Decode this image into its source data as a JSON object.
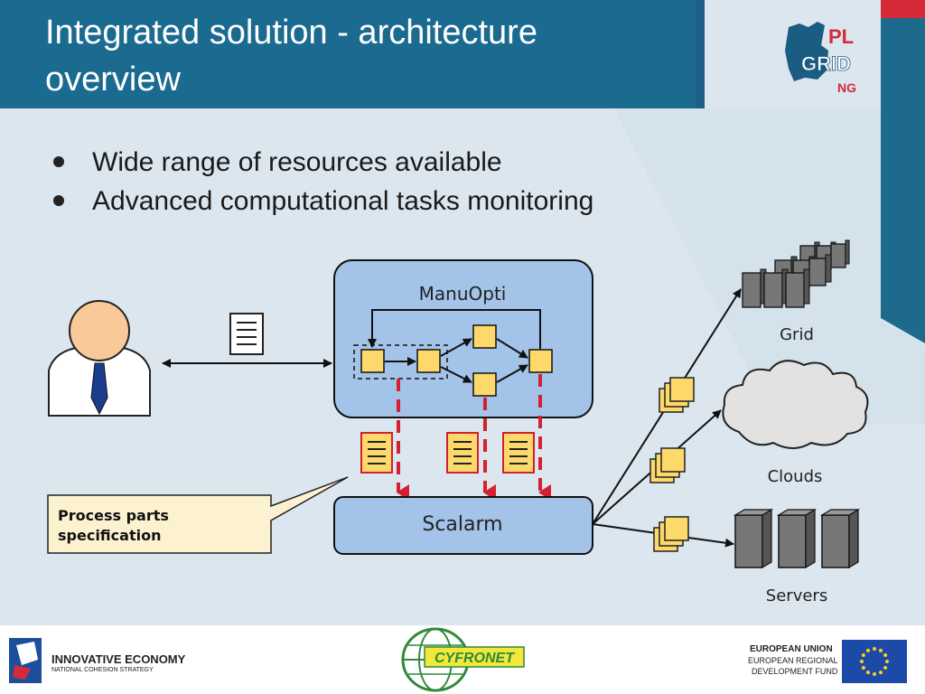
{
  "header": {
    "title_line1": "Integrated solution - architecture",
    "title_line2": "overview",
    "logo": {
      "line1": "PL",
      "line2": "GRID",
      "line3": "NG"
    }
  },
  "bullets": [
    "Wide range of resources available",
    "Advanced computational tasks monitoring"
  ],
  "diagram": {
    "workflow_box_label": "ManuOpti",
    "scalarm_label": "Scalarm",
    "callout": {
      "line1": "Process parts",
      "line2": "specification"
    },
    "resources": {
      "grid_label": "Grid",
      "clouds_label": "Clouds",
      "servers_label": "Servers"
    },
    "colors": {
      "box_fill": "#a4c3e8",
      "node_fill": "#fcd96a",
      "doc_fill": "#fcd96a",
      "doc_border": "#d32030",
      "dashed_arrow": "#d42030",
      "callout_fill": "#fdf2d0"
    }
  },
  "footer": {
    "left_logo": {
      "title": "INNOVATIVE ECONOMY",
      "subtitle": "NATIONAL COHESION STRATEGY"
    },
    "center_logo": {
      "text": "CYFRONET"
    },
    "right_logo": {
      "line1": "EUROPEAN UNION",
      "line2": "EUROPEAN REGIONAL",
      "line3": "DEVELOPMENT FUND"
    }
  }
}
